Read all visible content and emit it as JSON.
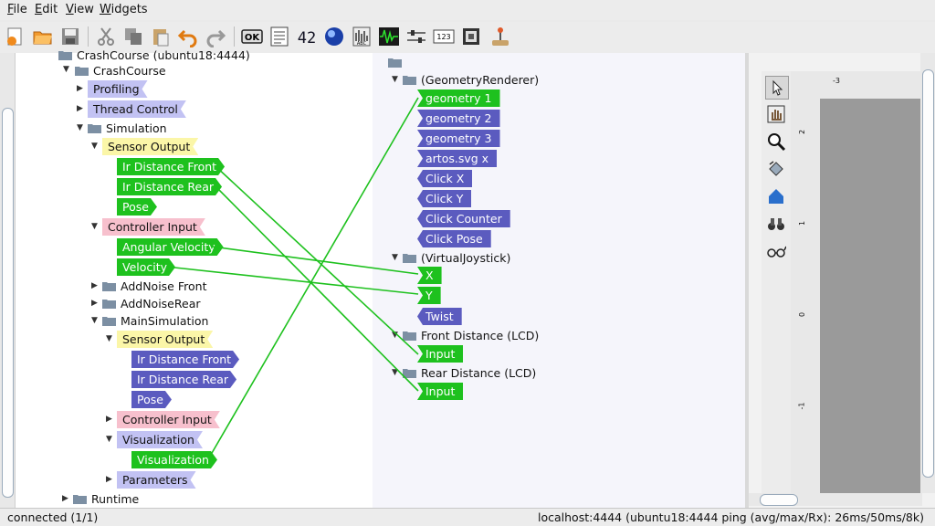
{
  "menu": [
    {
      "accel": "F",
      "rest": "ile"
    },
    {
      "accel": "E",
      "rest": "dit"
    },
    {
      "accel": "V",
      "rest": "iew"
    },
    {
      "accel": "W",
      "rest": "idgets"
    }
  ],
  "toolbar": {
    "icons": [
      "new-icon",
      "open-icon",
      "save-icon",
      "cut-icon",
      "copy-icon",
      "paste-icon",
      "undo-icon",
      "redo-icon",
      "ok-button-widget-icon",
      "text-widget-icon",
      "lcd-number-widget-icon",
      "globe-widget-icon",
      "bar-graph-widget-icon",
      "oscilloscope-widget-icon",
      "slider-widget-icon",
      "number-display-widget-icon",
      "image-widget-icon",
      "joystick-widget-icon"
    ],
    "ok_label": "OK",
    "lcd_label": "42",
    "abc_label": "ABC",
    "num_label": "123"
  },
  "tree": {
    "top_label": "CrashCourse (ubuntu18:4444)",
    "crashcourse": "CrashCourse",
    "profiling": "Profiling",
    "thread_control": "Thread Control",
    "simulation": "Simulation",
    "sensor_output": "Sensor Output",
    "ir_front": "Ir Distance Front",
    "ir_rear": "Ir Distance Rear",
    "pose": "Pose",
    "controller_input": "Controller Input",
    "angular_velocity": "Angular Velocity",
    "velocity": "Velocity",
    "add_noise_front": "AddNoise Front",
    "add_noise_rear": "AddNoiseRear",
    "main_simulation": "MainSimulation",
    "ms_sensor_output": "Sensor Output",
    "ms_ir_front": "Ir Distance Front",
    "ms_ir_rear": "Ir Distance Rear",
    "ms_pose": "Pose",
    "ms_controller_input": "Controller Input",
    "visualization": "Visualization",
    "visualization_port": "Visualization",
    "parameters": "Parameters",
    "runtime": "Runtime"
  },
  "widgets": {
    "geometry_renderer": "(GeometryRenderer)",
    "geometry1": "geometry 1",
    "geometry2": "geometry 2",
    "geometry3": "geometry 3",
    "artos": "artos.svg  x",
    "click_x": "Click X",
    "click_y": "Click Y",
    "click_counter": "Click Counter",
    "click_pose": "Click Pose",
    "virtual_joystick": "(VirtualJoystick)",
    "x": "X",
    "y": "Y",
    "twist": "Twist",
    "front_distance": "Front Distance (LCD)",
    "front_input": "Input",
    "rear_distance": "Rear Distance (LCD)",
    "rear_input": "Input"
  },
  "plot": {
    "x_tick": "-3",
    "y_ticks": [
      "2",
      "1",
      "0",
      "-1"
    ],
    "tools": [
      "pointer-icon",
      "pan-hand-icon",
      "zoom-icon",
      "rotate-icon",
      "home-icon",
      "binoculars-icon",
      "glasses-icon"
    ]
  },
  "status": {
    "left": "connected (1/1)",
    "right": "localhost:4444 (ubuntu18:4444 ping (avg/max/Rx): 26ms/50ms/8k)"
  },
  "colors": {
    "green": "#1ec11e",
    "purple": "#5b5bbf",
    "blue": "#c2c2f3",
    "yellow": "#fbf6a8",
    "pink": "#f7c0cd"
  }
}
